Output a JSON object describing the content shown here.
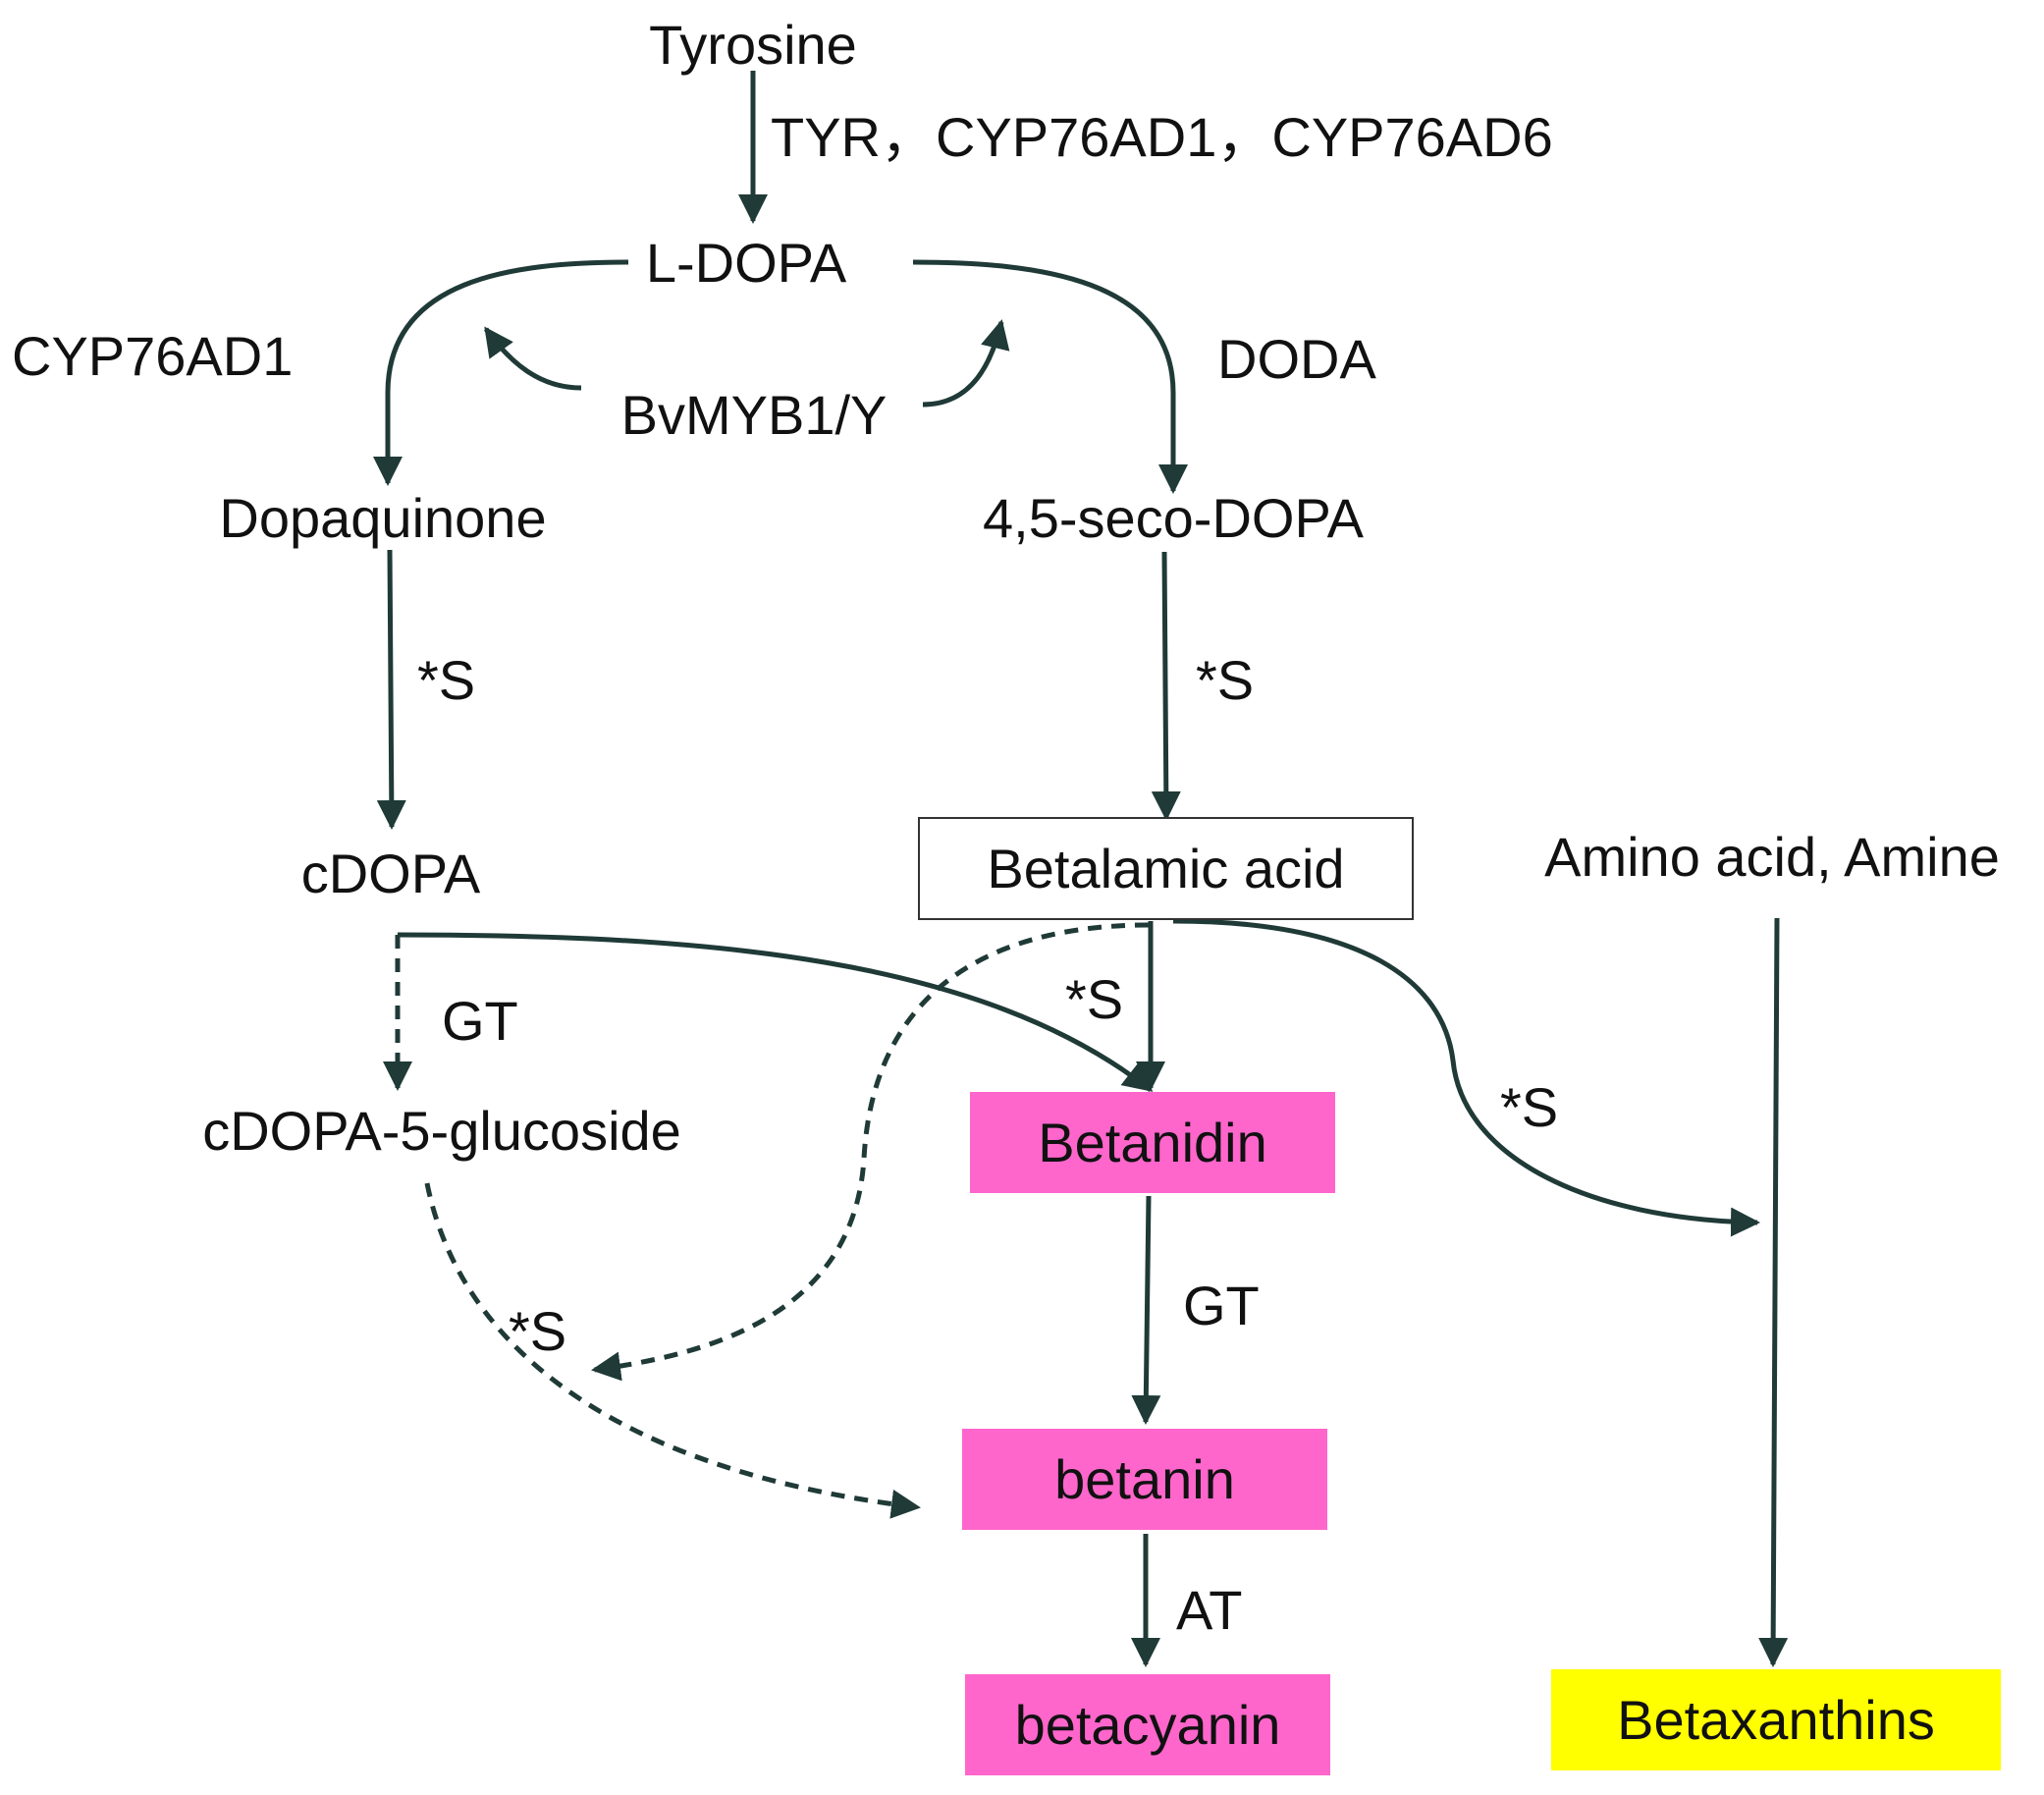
{
  "compounds": {
    "tyrosine": "Tyrosine",
    "ldopa": "L-DOPA",
    "dopaquinone": "Dopaquinone",
    "seco_dopa": "4,5-seco-DOPA",
    "cdopa": "cDOPA",
    "betalamic_acid": "Betalamic acid",
    "amino_acid_amine": "Amino acid, Amine",
    "cdopa_glucoside": "cDOPA-5-glucoside",
    "betanidin": "Betanidin",
    "betanin": "betanin",
    "betacyanin": "betacyanin",
    "betaxanthins": "Betaxanthins"
  },
  "enzymes": {
    "tyr_group": "TYR，CYP76AD1，CYP76AD6",
    "cyp76ad1": "CYP76AD1",
    "doda": "DODA",
    "regulator": "BvMYB1/Y",
    "s_dopaquinone": "*S",
    "s_seco": "*S",
    "gt_cdopa": "GT",
    "s_betanidin": "*S",
    "s_betaxanthin": "*S",
    "s_glucoside": "*S",
    "gt_betanin": "GT",
    "at_betacyanin": "AT"
  },
  "colors": {
    "arrow": "#1f3a37",
    "betacyanin_fill": "#ff66cc",
    "betaxanthin_fill": "#ffff00",
    "box_border": "#333333"
  }
}
